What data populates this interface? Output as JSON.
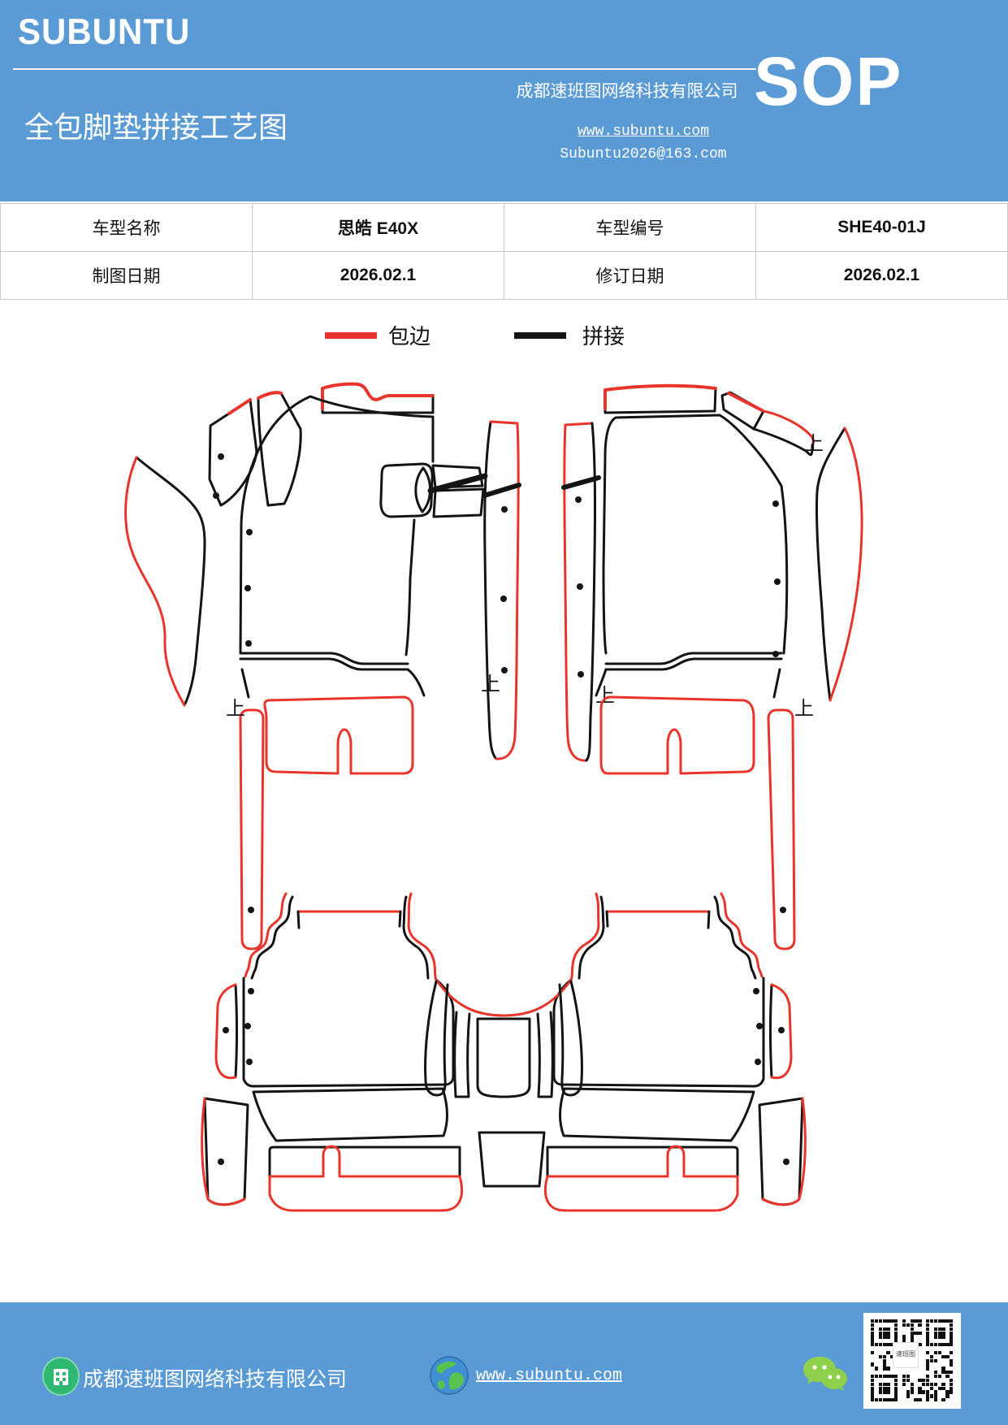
{
  "header": {
    "logo": "SUBUNTU",
    "title": "全包脚垫拼接工艺图",
    "company": "成都速班图网络科技有限公司",
    "website": "www.subuntu.com",
    "email": "Subuntu2026@163.com",
    "badge": "SOP"
  },
  "table": {
    "rows": [
      [
        "车型名称",
        "思皓 E40X",
        "车型编号",
        "SHE40-01J"
      ],
      [
        "制图日期",
        "2026.02.1",
        "修订日期",
        "2026.02.1"
      ]
    ]
  },
  "legend": {
    "binding_label": "包边",
    "splicing_label": "拼接",
    "binding_color": "#e8352b",
    "splicing_color": "#141414"
  },
  "drawing": {
    "up_mark": "上",
    "line_colors": {
      "edge_binding": "#e8352b",
      "splicing": "#141414"
    }
  },
  "footer": {
    "company": "成都速班图网络科技有限公司",
    "website": "www.subuntu.com"
  },
  "colors": {
    "header_blue": "#5b9bd5",
    "table_border": "#c9c9c9",
    "wechat_green": "#8ed04c",
    "building_icon_green": "#2eb872"
  }
}
